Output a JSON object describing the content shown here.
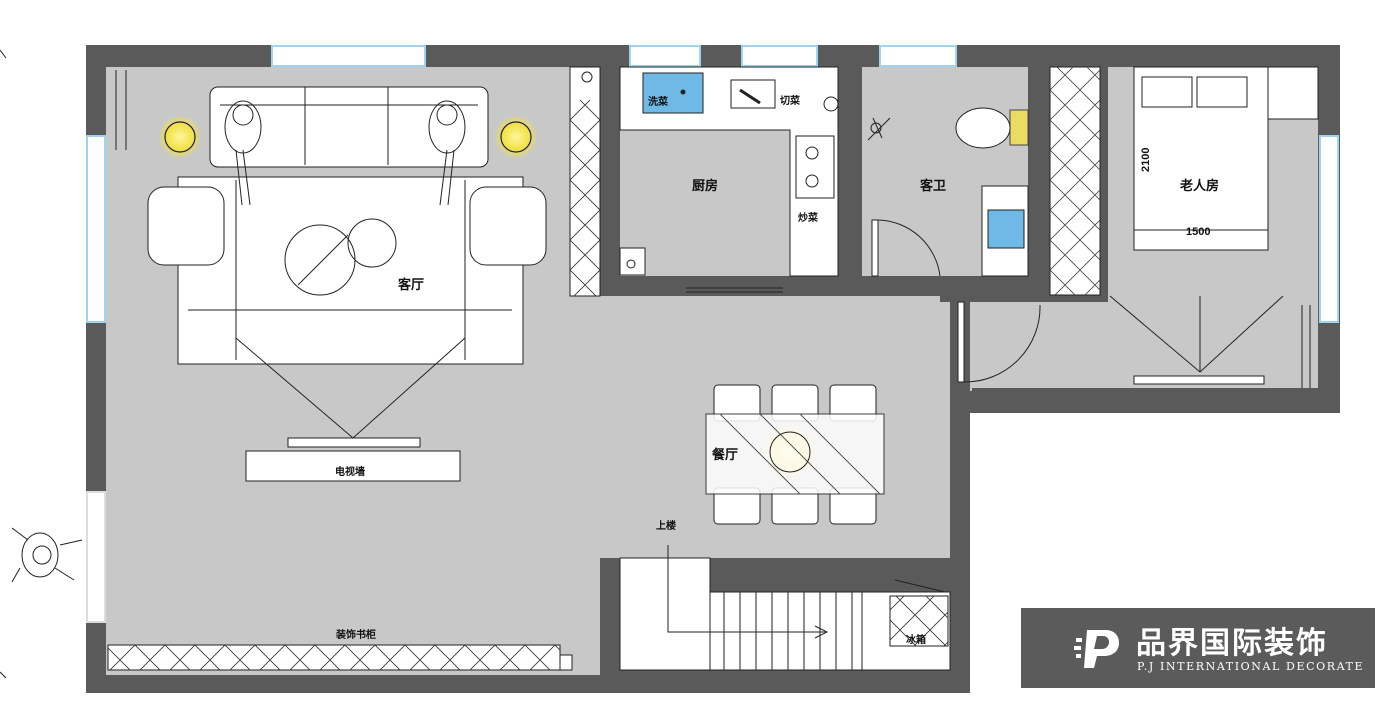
{
  "plan": {
    "rooms": {
      "living_room": "客厅",
      "kitchen": "厨房",
      "guest_bath": "客卫",
      "elder_room": "老人房",
      "dining_room": "餐厅"
    },
    "fixtures": {
      "wash_veg": "洗菜",
      "cut_veg": "切菜",
      "stir_fry": "炒菜",
      "tv_wall": "电视墙",
      "upstairs": "上楼",
      "bookcase": "装饰书柜",
      "fridge": "冰箱"
    },
    "dimensions": {
      "bed_length": "2100",
      "bed_width": "1500"
    }
  },
  "brand": {
    "name_cn": "品界国际装饰",
    "name_en": "P.J INTERNATIONAL DECORATE"
  },
  "colors": {
    "wall": "#595959",
    "floor": "#c8c8c8",
    "window": "#9fd3ee",
    "sink": "#6fb9e6",
    "lamp": "#f3e24a"
  }
}
